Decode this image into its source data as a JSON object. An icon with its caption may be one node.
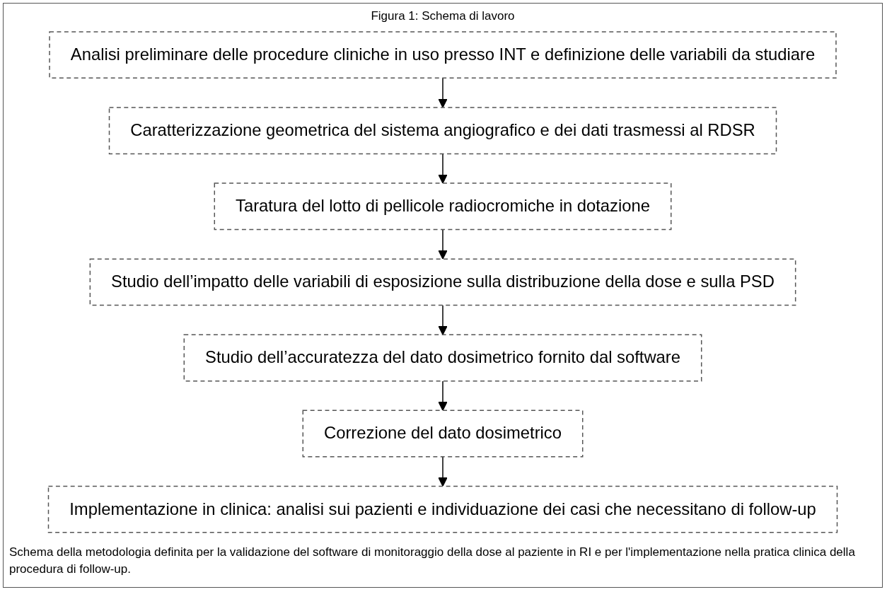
{
  "diagram": {
    "title": "Figura 1: Schema di lavoro",
    "caption": "Schema della metodologia definita per la validazione del software di monitoraggio della dose al paziente in RI e per l'implementazione nella pratica clinica della procedura di follow-up.",
    "nodes": [
      {
        "text": [
          "Analisi preliminare delle procedure cliniche in uso presso INT e definizione delle variabili da studiare"
        ]
      },
      {
        "text": [
          "Caratterizzazione geometrica del sistema angiografico e dei dati trasmessi al RDSR"
        ]
      },
      {
        "text": [
          "Taratura del lotto di pellicole radiocromiche in dotazione"
        ]
      },
      {
        "text": [
          "Studio dell’impatto delle variabili di esposizione sulla distribuzione della dose e sulla PSD"
        ]
      },
      {
        "text": [
          "Studio dell’accuratezza del dato dosimetrico fornito dal software"
        ]
      },
      {
        "text": [
          "Correzione del dato dosimetrico"
        ]
      },
      {
        "text": [
          "Implementazione in clinica: analisi sui pazienti e individuazione dei casi che necessitano di follow-up"
        ]
      }
    ],
    "edges": [
      {
        "from": 0,
        "to": 1,
        "arrow": "to"
      },
      {
        "from": 1,
        "to": 2,
        "arrow": "to"
      },
      {
        "from": 2,
        "to": 3,
        "arrow": "to"
      },
      {
        "from": 3,
        "to": 4,
        "arrow": "to"
      },
      {
        "from": 4,
        "to": 5,
        "arrow": "to"
      },
      {
        "from": 5,
        "to": 6,
        "arrow": "to"
      }
    ]
  }
}
